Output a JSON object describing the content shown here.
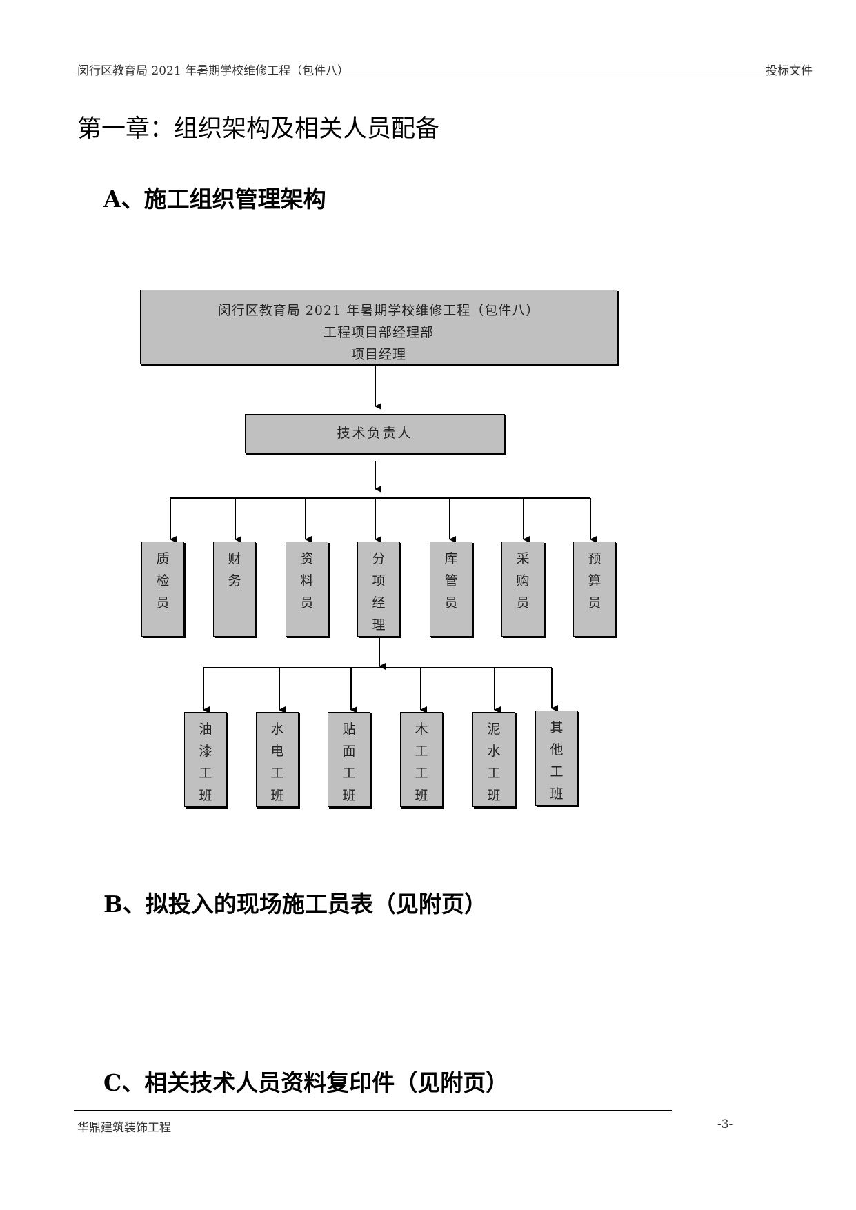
{
  "header": {
    "left": "闵行区教育局 2021 年暑期学校维修工程（包件八）",
    "right": "投标文件"
  },
  "chapter_title": "第一章：组织架构及相关人员配备",
  "section_a": "A、施工组织管理架构",
  "org_chart": {
    "top_box": [
      "闵行区教育局 2021 年暑期学校维修工程（包件八）",
      "工程项目部经理部",
      "项目经理"
    ],
    "tech_box": "技术负责人",
    "departments": [
      [
        "质",
        "检",
        "员"
      ],
      [
        "财",
        "务"
      ],
      [
        "资",
        "料",
        "员"
      ],
      [
        "分",
        "项",
        "经",
        "理"
      ],
      [
        "库",
        "管",
        "员"
      ],
      [
        "采",
        "购",
        "员"
      ],
      [
        "预",
        "算",
        "员"
      ]
    ],
    "teams": [
      [
        "油",
        "漆",
        "工",
        "班"
      ],
      [
        "水",
        "电",
        "工",
        "班"
      ],
      [
        "贴",
        "面",
        "工",
        "班"
      ],
      [
        "木",
        "工",
        "工",
        "班"
      ],
      [
        "泥",
        "水",
        "工",
        "班"
      ],
      [
        "其",
        "他",
        "工",
        "班"
      ]
    ]
  },
  "section_b": "B、拟投入的现场施工员表（见附页）",
  "section_c": "C、相关技术人员资料复印件（见附页）",
  "footer": {
    "left": "华鼎建筑装饰工程",
    "page": "-3-"
  }
}
